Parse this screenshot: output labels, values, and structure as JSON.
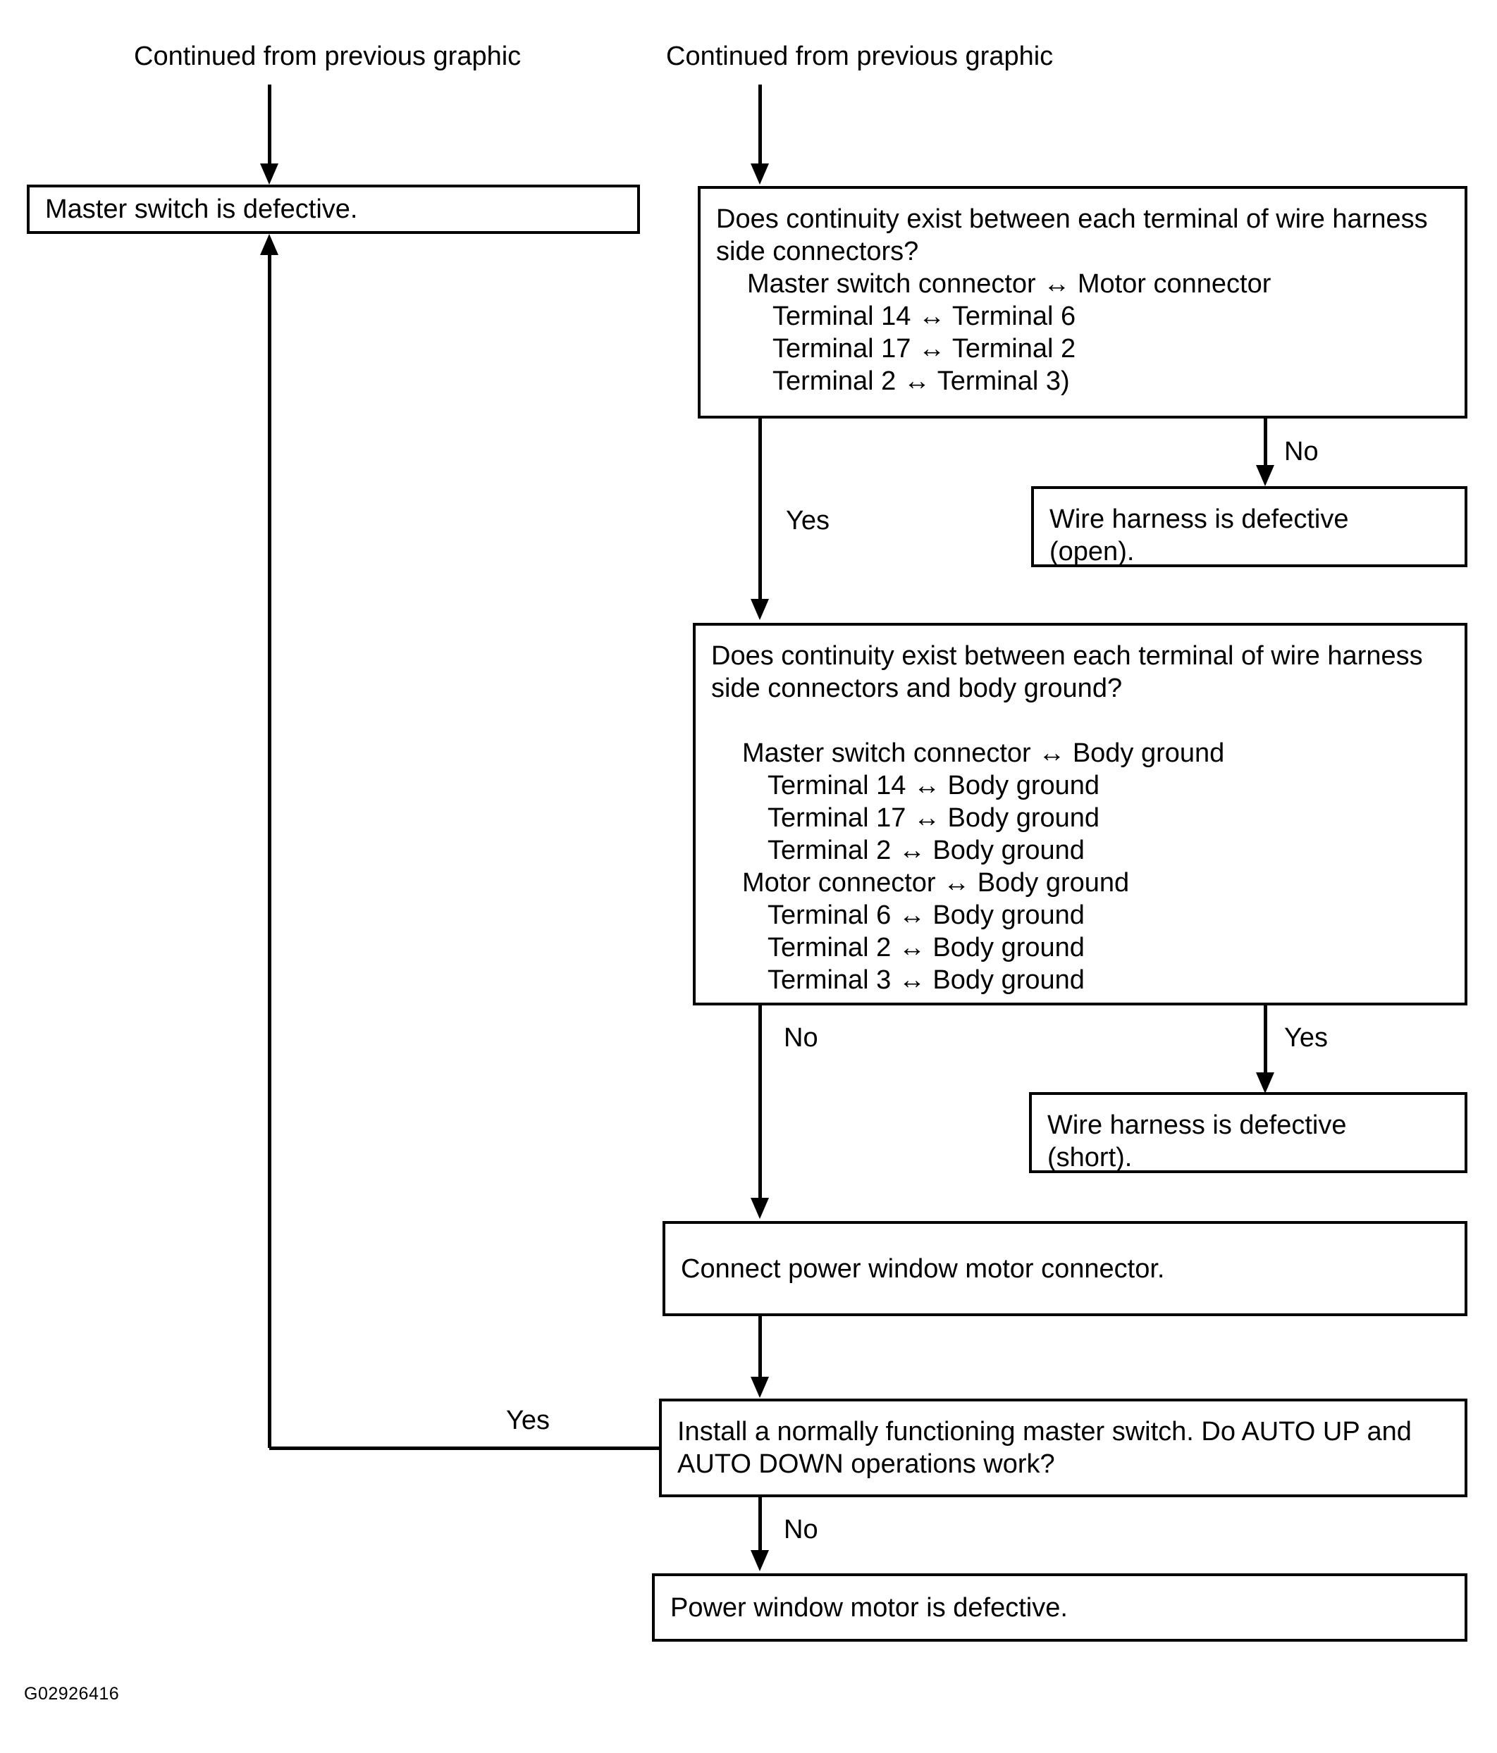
{
  "figure": {
    "id_label": "G02926416",
    "title": "Power window AUTO UP / AUTO DOWN diagnostic flowchart"
  },
  "headers": [
    {
      "label": "Continued from previous graphic"
    },
    {
      "label": "Continued from previous graphic"
    }
  ],
  "boxes": {
    "master_switch_defective": {
      "text": "Master switch is defective."
    },
    "continuity_terminals": {
      "line1": "Does continuity exist between each terminal of wire harness",
      "line2": "side connectors?",
      "sub_header": "Master switch connector ↔ Motor connector",
      "items": [
        "Terminal 14 ↔ Terminal 6",
        "Terminal 17 ↔ Terminal 2",
        "Terminal 2 ↔ Terminal 3)"
      ]
    },
    "wire_harness_open": {
      "line1": "Wire harness is defective",
      "line2": "(open)."
    },
    "continuity_ground": {
      "line1": "Does continuity exist between each terminal of wire harness",
      "line2": "side connectors and body ground?",
      "group1_header": "Master switch connector ↔ Body ground",
      "group1_items": [
        "Terminal 14 ↔ Body ground",
        "Terminal 17 ↔ Body ground",
        "Terminal 2 ↔ Body ground"
      ],
      "group2_header": "Motor connector ↔ Body ground",
      "group2_items": [
        "Terminal 6 ↔ Body ground",
        "Terminal 2 ↔ Body ground",
        "Terminal 3 ↔ Body ground"
      ]
    },
    "wire_harness_short": {
      "line1": "Wire harness is defective",
      "line2": "(short)."
    },
    "connect_motor_connector": {
      "text": "Connect power window motor connector."
    },
    "install_master_switch": {
      "line1": "Install a normally functioning master switch. Do AUTO UP and",
      "line2": "AUTO DOWN operations work?"
    },
    "motor_defective": {
      "text": "Power window motor is defective."
    }
  },
  "edge_labels": {
    "terminals_no": "No",
    "terminals_yes": "Yes",
    "ground_no": "No",
    "ground_yes": "Yes",
    "install_yes": "Yes",
    "install_no": "No"
  },
  "colors": {
    "stroke": "#000000",
    "background": "#ffffff",
    "text": "#000000"
  }
}
